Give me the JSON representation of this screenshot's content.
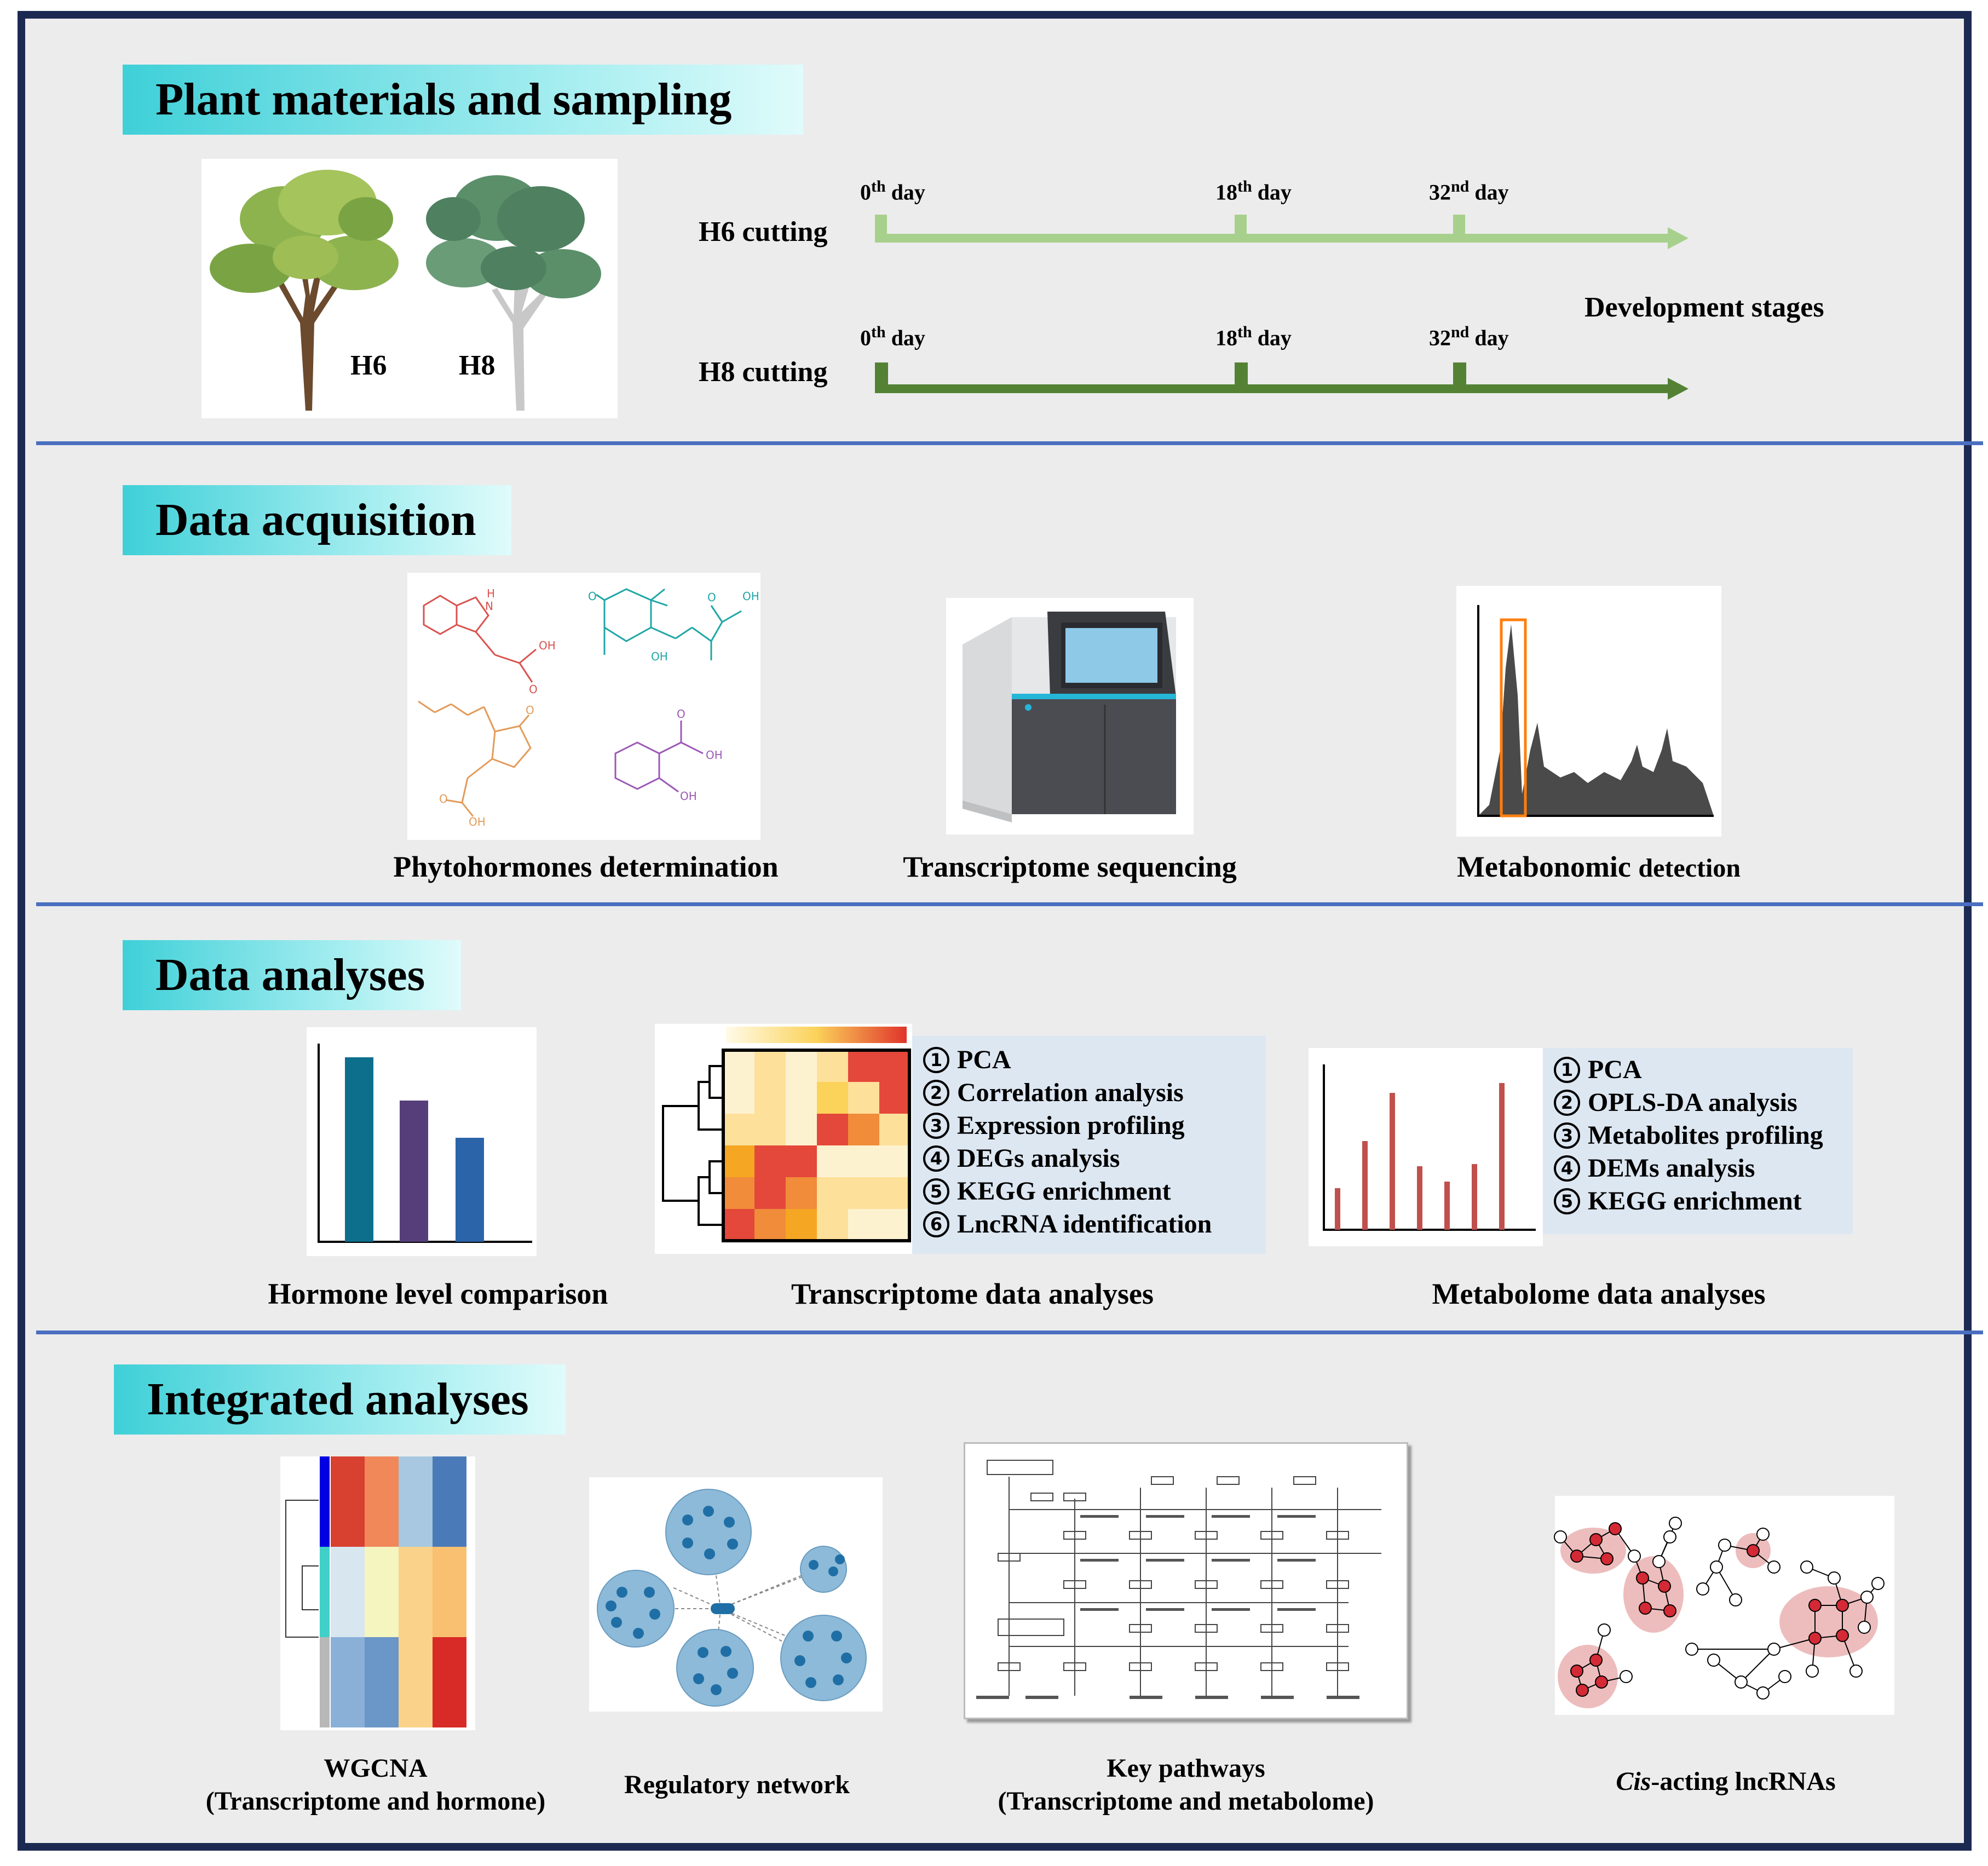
{
  "sections": {
    "plant": {
      "title": "Plant materials and sampling"
    },
    "acquisition": {
      "title": "Data acquisition"
    },
    "analyses": {
      "title": "Data analyses"
    },
    "integrated": {
      "title": "Integrated analyses"
    }
  },
  "plant": {
    "tree_labels": [
      "H6",
      "H8"
    ],
    "h6_label": "H6 cutting",
    "h8_label": "H8 cutting",
    "stages_label": "Development stages",
    "day_numbers": [
      "0",
      "18",
      "32"
    ],
    "day_suffixes": [
      "th",
      "th",
      "nd"
    ],
    "day_word": "day"
  },
  "acquisition": {
    "phyto_caption": "Phytohormones determination",
    "transcriptome_caption": "Transcriptome sequencing",
    "metabonomic_caption_bold": "Metabonomic",
    "metabonomic_caption_rest": "detection",
    "chem_labels": [
      "H",
      "N",
      "OH",
      "O",
      "O",
      "OH",
      "O",
      "OH",
      "O",
      "OH",
      "O",
      "OH",
      "O",
      "OH"
    ]
  },
  "analyses": {
    "hormone_caption": "Hormone level comparison",
    "transcriptome_caption": "Transcriptome data analyses",
    "metabolome_caption": "Metabolome data analyses",
    "transcriptome_list": [
      {
        "num": "1",
        "text": "PCA"
      },
      {
        "num": "2",
        "text": "Correlation analysis"
      },
      {
        "num": "3",
        "text": "Expression profiling"
      },
      {
        "num": "4",
        "text": "DEGs analysis"
      },
      {
        "num": "5",
        "text": "KEGG enrichment"
      },
      {
        "num": "6",
        "text": "LncRNA identification"
      }
    ],
    "metabolome_list": [
      {
        "num": "1",
        "text": "PCA"
      },
      {
        "num": "2",
        "text": "OPLS-DA analysis"
      },
      {
        "num": "3",
        "text": "Metabolites profiling"
      },
      {
        "num": "4",
        "text": "DEMs analysis"
      },
      {
        "num": "5",
        "text": "KEGG enrichment"
      }
    ]
  },
  "integrated": {
    "wgcna_line1": "WGCNA",
    "wgcna_line2": "(Transcriptome and hormone)",
    "network_caption": "Regulatory network",
    "pathway_line1": "Key pathways",
    "pathway_line2": "(Transcriptome and metabolome)",
    "cis_italic": "Cis",
    "cis_rest": "-acting lncRNAs"
  },
  "colors": {
    "frame": "#1c2a52",
    "divider": "#4a6fc0",
    "h6_timeline": "#a8d08d",
    "h8_timeline": "#548235",
    "bar1": "#0e6f8c",
    "bar2": "#563e7a",
    "bar3": "#2b64a8",
    "metab_bar": "#c0504d"
  }
}
